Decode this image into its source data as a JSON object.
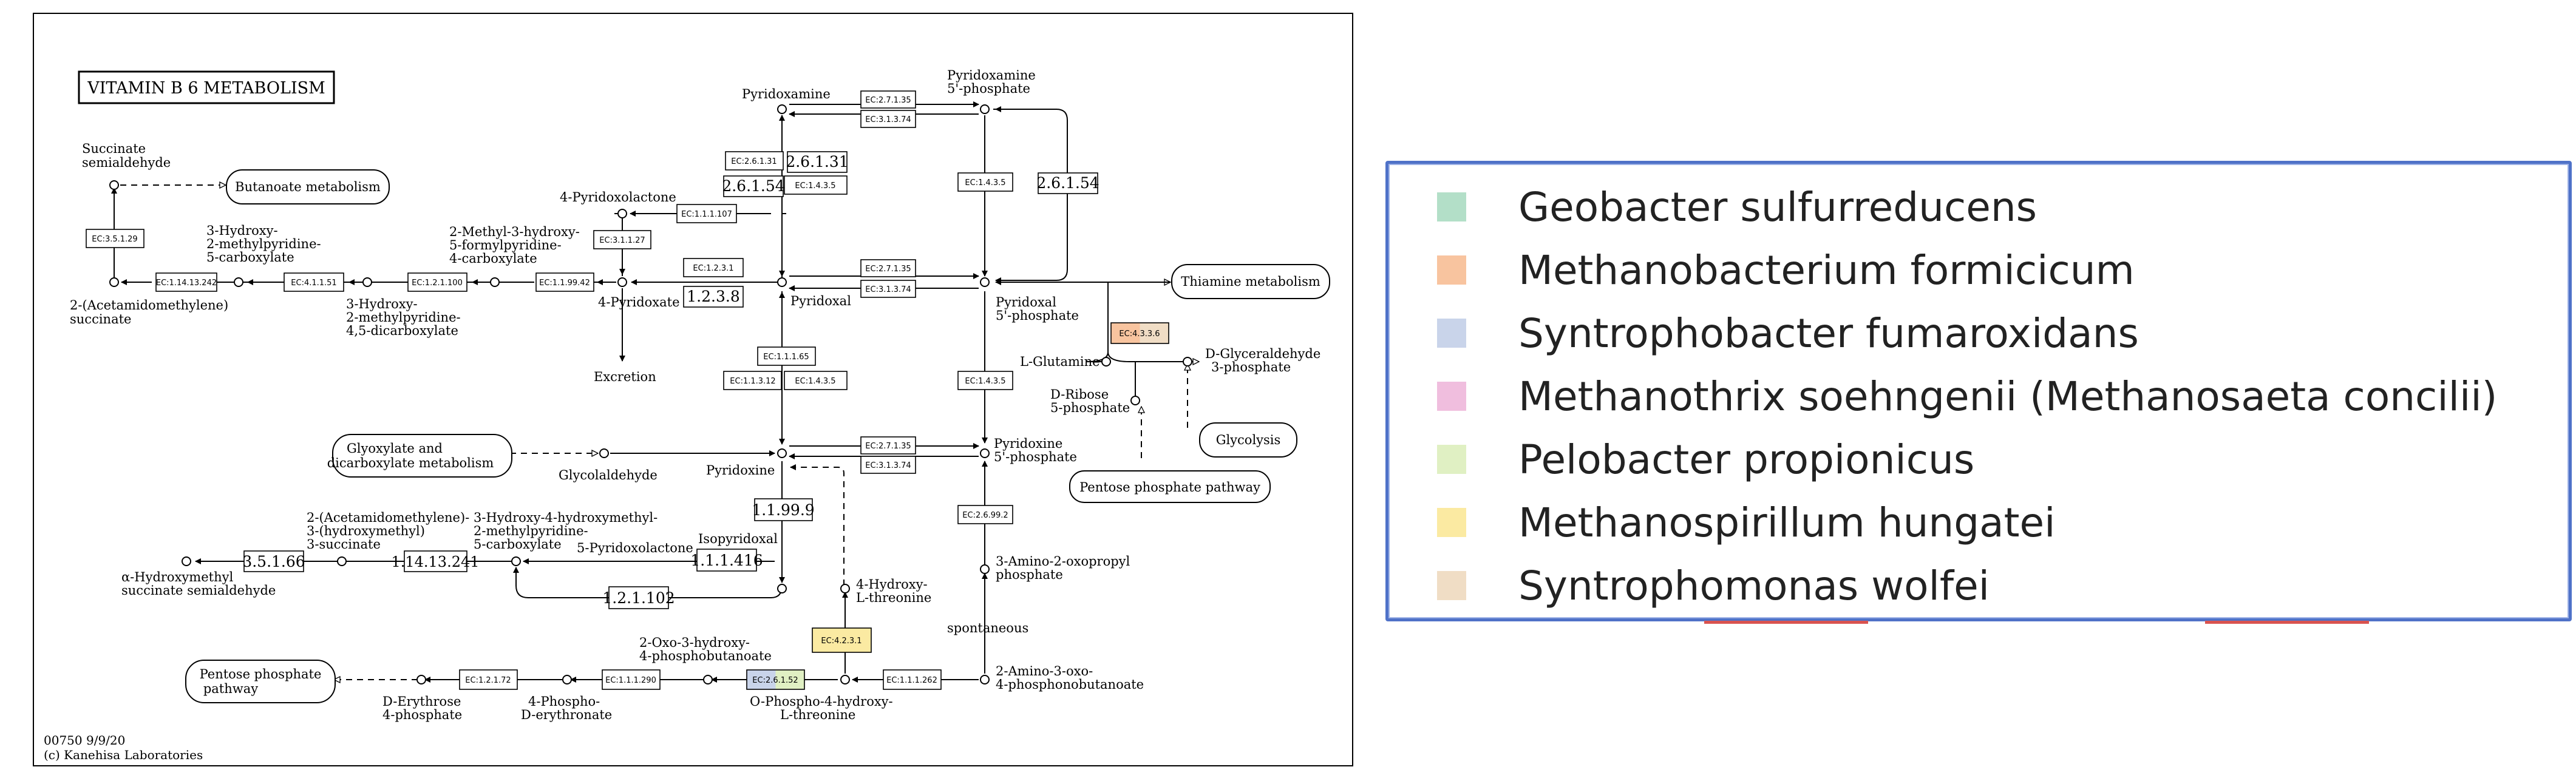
{
  "map": {
    "title": "VITAMIN B 6 METABOLISM",
    "footer_id": "00750 9/9/20",
    "footer_copy": "(c) Kanehisa Laboratories",
    "pathways": {
      "butanoate": "Butanoate metabolism",
      "thiamine": "Thiamine metabolism",
      "glyoxylate": [
        "Glyoxylate and",
        "dicarboxylate metabolism"
      ],
      "glycolysis": "Glycolysis",
      "ppp_right": "Pentose phosphate pathway",
      "ppp_left": [
        "Pentose phosphate",
        "pathway"
      ]
    },
    "compounds": {
      "succinate_semialdehyde": [
        "Succinate",
        "semialdehyde"
      ],
      "acetamidomethylene_succinate": [
        "2-(Acetamidomethylene)",
        "succinate"
      ],
      "hydroxy_methylpyridine_carboxylate": [
        "3-Hydroxy-",
        "2-methylpyridine-",
        "5-carboxylate"
      ],
      "hydroxy_methylpyridine_dicarboxylate": [
        "3-Hydroxy-",
        "2-methylpyridine-",
        "4,5-dicarboxylate"
      ],
      "formylpyridine_carboxylate": [
        "2-Methyl-3-hydroxy-",
        "5-formylpyridine-",
        "4-carboxylate"
      ],
      "pyridoxolactone": "4-Pyridoxolactone",
      "pyridoxate": "4-Pyridoxate",
      "excretion": "Excretion",
      "pyridoxamine": "Pyridoxamine",
      "pyridoxamine_5p": [
        "Pyridoxamine",
        "5'-phosphate"
      ],
      "pyridoxal": "Pyridoxal",
      "pyridoxal_5p": [
        "Pyridoxal",
        "5'-phosphate"
      ],
      "l_glutamine": "L-Glutamine",
      "d_glyceraldehyde_3p": [
        "D-Glyceraldehyde",
        "3-phosphate"
      ],
      "d_ribose_5p": [
        "D-Ribose",
        "5-phosphate"
      ],
      "glycolaldehyde": "Glycolaldehyde",
      "pyridoxine": "Pyridoxine",
      "pyridoxine_5p": [
        "Pyridoxine",
        "5'-phosphate"
      ],
      "acetamidomethylene_hydroxymethyl_succinate": [
        "2-(Acetamidomethylene)-",
        "3-(hydroxymethyl)",
        "3-succinate"
      ],
      "hydroxymethyl_succinate_semialdehyde": [
        "α-Hydroxymethyl",
        "succinate semialdehyde"
      ],
      "hydroxy_hydroxymethyl_carboxylate": [
        "3-Hydroxy-4-hydroxymethyl-",
        "2-methylpyridine-",
        "5-carboxylate"
      ],
      "five_pyridoxolactone": "5-Pyridoxolactone",
      "isopyridoxal": "Isopyridoxal",
      "hydroxy_threonine": [
        "4-Hydroxy-",
        "L-threonine"
      ],
      "amino_oxopropyl_phosphate": [
        "3-Amino-2-oxopropyl",
        "phosphate"
      ],
      "spontaneous": "spontaneous",
      "oxo_hydroxy_phosphobutanoate": [
        "2-Oxo-3-hydroxy-",
        "4-phosphobutanoate"
      ],
      "phospho_hydroxy_threonine": [
        "O-Phospho-4-hydroxy-",
        "L-threonine"
      ],
      "amino_oxo_phosphobutanoate": [
        "2-Amino-3-oxo-",
        "4-phosphonobutanoate"
      ],
      "d_erythrose_4p": [
        "D-Erythrose",
        "4-phosphate"
      ],
      "phospho_d_erythronate": [
        "4-Phospho-",
        "D-erythronate"
      ]
    },
    "enzymes": {
      "e3_5_1_29": "EC:3.5.1.29",
      "e1_14_13_242": "EC:1.14.13.242",
      "e4_1_1_51": "EC:4.1.1.51",
      "e1_2_1_100": "EC:1.2.1.100",
      "e1_1_99_42": "EC:1.1.99.42",
      "e3_1_1_27": "EC:3.1.1.27",
      "e1_1_1_107": "EC:1.1.1.107",
      "e1_2_3_1": "EC:1.2.3.1",
      "e1_2_3_8": "1.2.3.8",
      "e2_6_1_31a": "EC:2.6.1.31",
      "e2_6_1_31b": "2.6.1.31",
      "e2_6_1_54a": "2.6.1.54",
      "e1_4_3_5a": "EC:1.4.3.5",
      "e2_7_1_35a": "EC:2.7.1.35",
      "e3_1_3_74a": "EC:3.1.3.74",
      "e1_4_3_5b": "EC:1.4.3.5",
      "e2_6_1_54b": "2.6.1.54",
      "e2_7_1_35b": "EC:2.7.1.35",
      "e3_1_3_74b": "EC:3.1.3.74",
      "e4_3_3_6": "EC:4.3.3.6",
      "e1_1_1_65": "EC:1.1.1.65",
      "e1_1_3_12": "EC:1.1.3.12",
      "e1_4_3_5c": "EC:1.4.3.5",
      "e1_4_3_5d": "EC:1.4.3.5",
      "e2_7_1_35c": "EC:2.7.1.35",
      "e3_1_3_74c": "EC:3.1.3.74",
      "e2_6_99_2": "EC:2.6.99.2",
      "e1_1_99_9": "1.1.99.9",
      "e3_5_1_66": "3.5.1.66",
      "e1_14_13_241": "1.14.13.241",
      "e1_1_1_416": "1.1.1.416",
      "e1_2_1_102": "1.2.1.102",
      "e4_2_3_1": "EC:4.2.3.1",
      "e1_2_1_72": "EC:1.2.1.72",
      "e1_1_1_290": "EC:1.1.1.290",
      "e2_6_1_52": "EC:2.6.1.52",
      "e1_1_1_262": "EC:1.1.1.262"
    }
  },
  "colors": {
    "geobacter": "#b3dfc8",
    "methanobacterium": "#f8c49f",
    "syntrophobacter": "#c9d4ea",
    "methanothrix": "#f0bede",
    "pelobacter": "#e0f0c3",
    "methanospirillum": "#fbeaa2",
    "syntrophomonas": "#f0ddc5"
  },
  "legend": {
    "items": [
      {
        "label": "Geobacter sulfurreducens",
        "color": "#b3dfc8"
      },
      {
        "label": "Methanobacterium formicicum",
        "color": "#f8c49f"
      },
      {
        "label": "Syntrophobacter fumaroxidans",
        "color": "#c9d4ea"
      },
      {
        "label": "Methanothrix soehngenii (Methanosaeta concilii)",
        "color": "#f0bede"
      },
      {
        "label": "Pelobacter propionicus",
        "color": "#e0f0c3"
      },
      {
        "label": "Methanospirillum hungatei",
        "color": "#fbeaa2"
      },
      {
        "label": "Syntrophomonas wolfei",
        "color": "#f0ddc5"
      }
    ]
  }
}
